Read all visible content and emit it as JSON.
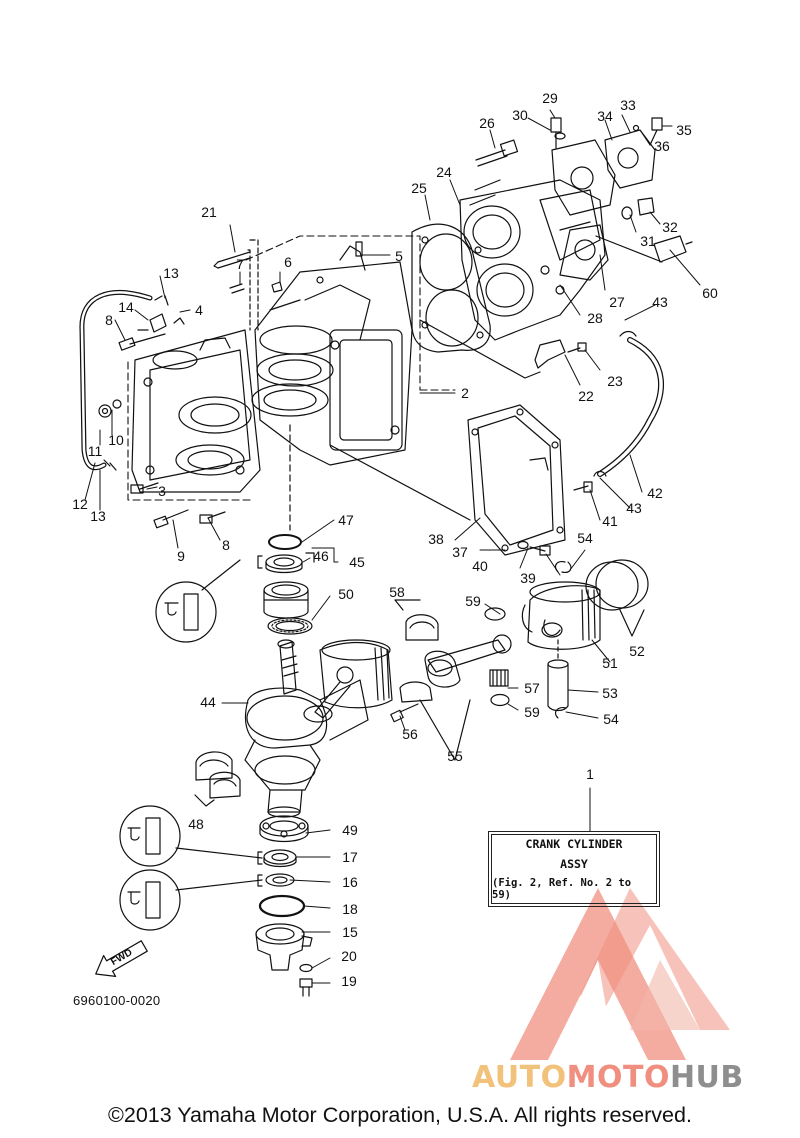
{
  "title_box": {
    "line1": "CRANK CYLINDER",
    "line2": "ASSY",
    "line3": "(Fig. 2, Ref. No. 2 to 59)"
  },
  "doc_code": "6960100-0020",
  "fwd_label": "FWD",
  "copyright": "©2013 Yamaha Motor Corporation, U.S.A. All rights reserved.",
  "watermark": {
    "part1": "AUTO",
    "part2": "MOTO",
    "part3": "HUB",
    "colors": [
      "#f2c17a",
      "#f08f80",
      "#8e8e8e"
    ]
  },
  "callouts": {
    "n1": "1",
    "n2": "2",
    "n3": "3",
    "n4": "4",
    "n5": "5",
    "n6": "6",
    "n7": "7",
    "n8a": "8",
    "n8b": "8",
    "n9": "9",
    "n10": "10",
    "n11": "11",
    "n12": "12",
    "n13a": "13",
    "n13b": "13",
    "n14": "14",
    "n15": "15",
    "n16": "16",
    "n17": "17",
    "n18": "18",
    "n19": "19",
    "n20": "20",
    "n21": "21",
    "n22": "22",
    "n23": "23",
    "n24": "24",
    "n25": "25",
    "n26": "26",
    "n27": "27",
    "n28": "28",
    "n29": "29",
    "n30": "30",
    "n31": "31",
    "n32": "32",
    "n33": "33",
    "n34": "34",
    "n35": "35",
    "n36": "36",
    "n37": "37",
    "n38": "38",
    "n39": "39",
    "n40": "40",
    "n41": "41",
    "n42": "42",
    "n43a": "43",
    "n43b": "43",
    "n44": "44",
    "n45": "45",
    "n46": "46",
    "n47": "47",
    "n48": "48",
    "n49": "49",
    "n50": "50",
    "n51": "51",
    "n52": "52",
    "n53": "53",
    "n54a": "54",
    "n54b": "54",
    "n55": "55",
    "n56": "56",
    "n57": "57",
    "n58": "58",
    "n59a": "59",
    "n59b": "59",
    "n60": "60"
  }
}
